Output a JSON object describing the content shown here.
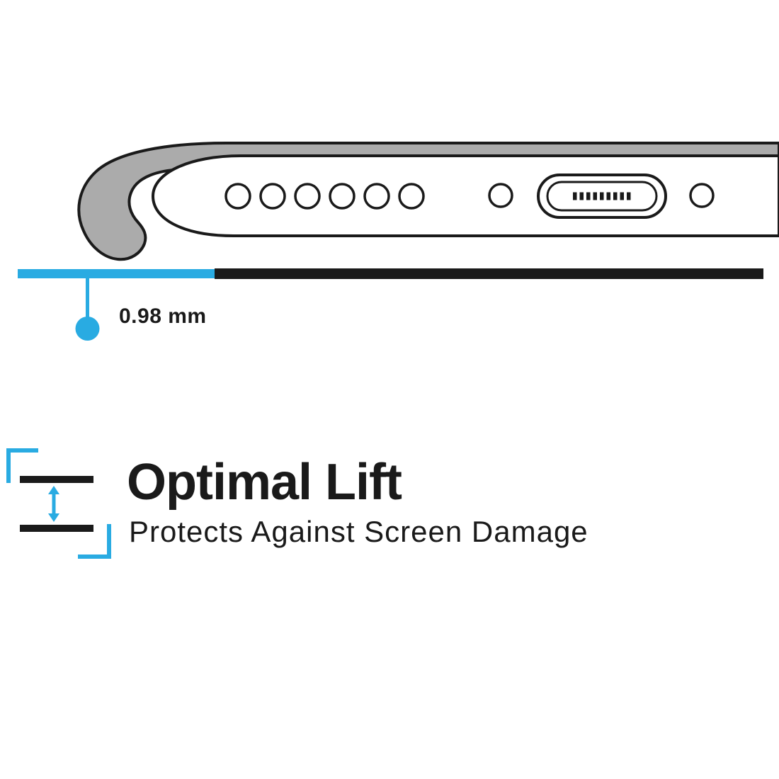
{
  "colors": {
    "accent_cyan": "#29ABE2",
    "ink_black": "#1a1a1a",
    "case_gray": "#ABABAB",
    "background": "#ffffff"
  },
  "measurement": {
    "label": "0.98 mm"
  },
  "feature": {
    "title": "Optimal Lift",
    "subtitle": "Protects Against Screen Damage"
  },
  "illustration": {
    "subject": "phone-bottom-edge-inside-case-cross-section",
    "speaker_hole_count": 6,
    "port_pin_count": 9,
    "icons": [
      "lift-gap-icon",
      "double-headed-arrow-icon",
      "corner-bracket-icon"
    ]
  }
}
